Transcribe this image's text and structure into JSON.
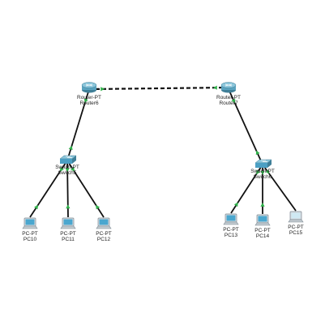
{
  "colors": {
    "link": "#111111",
    "link_up": "#2fb24a",
    "router_fill": "#5aa3bf",
    "switch_fill": "#4b9fc3",
    "pc_screen": "#4aa7cf",
    "pc_screen_idle": "#cfe9f3"
  },
  "routers": [
    {
      "id": "router6",
      "type": "Router-PT",
      "name": "Router6"
    },
    {
      "id": "router7",
      "type": "Router-PT",
      "name": "Router7"
    }
  ],
  "switches": [
    {
      "id": "switch-left",
      "type": "Switch-PT",
      "name": "Switch5"
    },
    {
      "id": "switch-right",
      "type": "Switch-PT",
      "name": "Switch6"
    }
  ],
  "pcs": [
    {
      "id": "pc10",
      "type": "PC-PT",
      "name": "PC10"
    },
    {
      "id": "pc11",
      "type": "PC-PT",
      "name": "PC11"
    },
    {
      "id": "pc12",
      "type": "PC-PT",
      "name": "PC12"
    },
    {
      "id": "pc13",
      "type": "PC-PT",
      "name": "PC13"
    },
    {
      "id": "pc14",
      "type": "PC-PT",
      "name": "PC14"
    },
    {
      "id": "pc15",
      "type": "PC-PT",
      "name": "PC15"
    }
  ],
  "links": [
    {
      "from": "router6",
      "to": "router7",
      "style": "dashed"
    },
    {
      "from": "router6",
      "to": "switch-left",
      "style": "solid"
    },
    {
      "from": "router7",
      "to": "switch-right",
      "style": "solid"
    },
    {
      "from": "switch-left",
      "to": "pc10",
      "style": "solid"
    },
    {
      "from": "switch-left",
      "to": "pc11",
      "style": "solid"
    },
    {
      "from": "switch-left",
      "to": "pc12",
      "style": "solid"
    },
    {
      "from": "switch-right",
      "to": "pc13",
      "style": "solid"
    },
    {
      "from": "switch-right",
      "to": "pc14",
      "style": "solid"
    },
    {
      "from": "switch-right",
      "to": "pc15",
      "style": "solid",
      "status": "idle"
    }
  ]
}
